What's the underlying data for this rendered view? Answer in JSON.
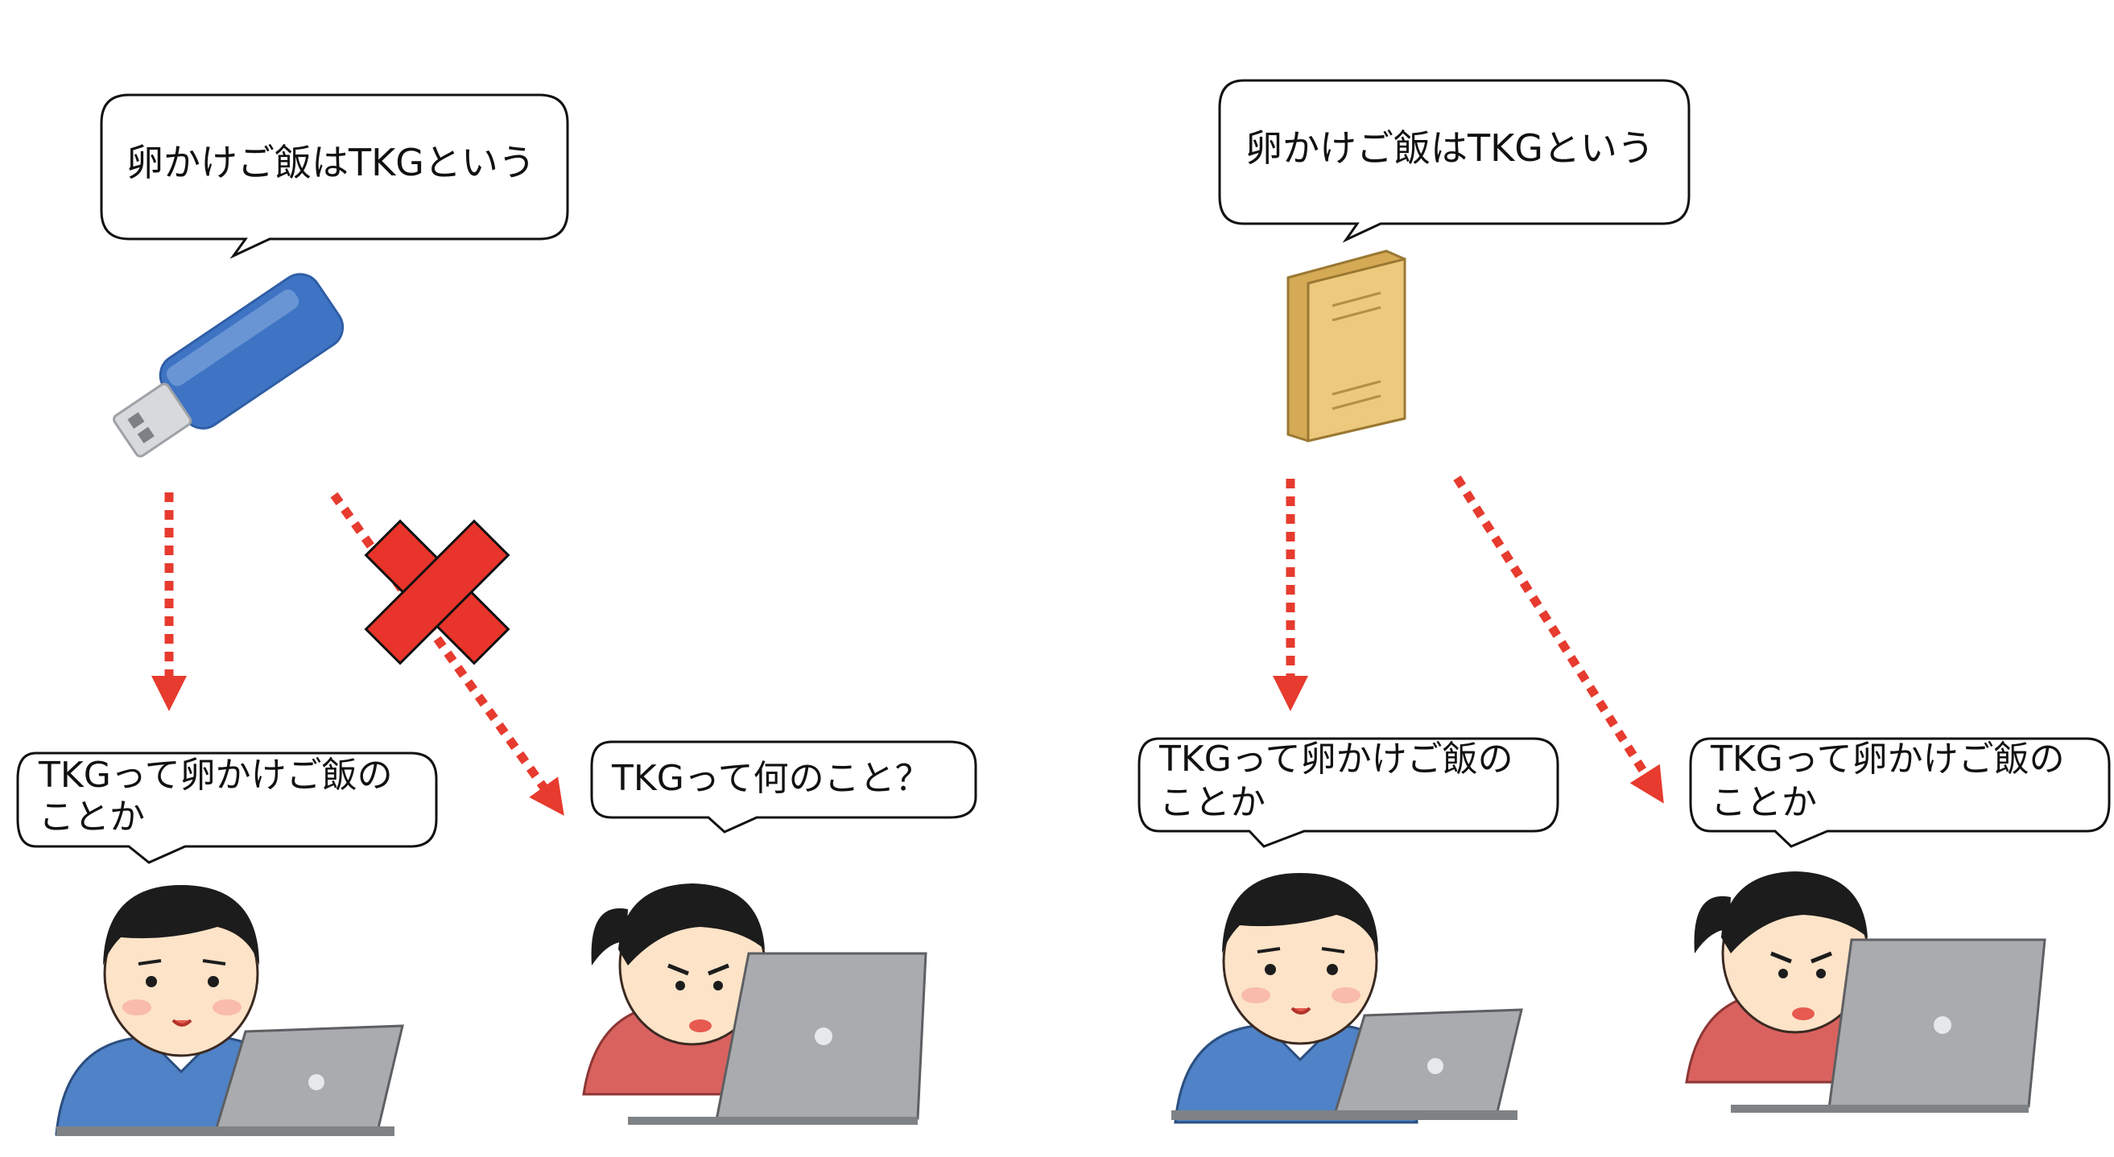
{
  "left_panel": {
    "source_bubble": "卵かけご飯はTKGという",
    "person_a_bubble_line1": "TKGって卵かけご飯の",
    "person_a_bubble_line2": "ことか",
    "person_b_bubble": "TKGって何のこと？",
    "source_icon": "usb-drive-icon",
    "blocked_icon": "cross-mark-icon"
  },
  "right_panel": {
    "source_bubble": "卵かけご飯はTKGという",
    "person_a_bubble_line1": "TKGって卵かけご飯の",
    "person_a_bubble_line2": "ことか",
    "person_b_bubble_line1": "TKGって卵かけご飯の",
    "person_b_bubble_line2": "ことか",
    "source_icon": "book-icon"
  },
  "colors": {
    "arrow": "#e63b2e",
    "cross": "#e8342a",
    "usb": "#3f74c4",
    "book": "#ecc97c",
    "man_shirt": "#4f82c6",
    "woman_shirt": "#d9625f",
    "laptop": "#a9abae",
    "skin": "#fde3c8",
    "hair": "#1c1c1c"
  }
}
